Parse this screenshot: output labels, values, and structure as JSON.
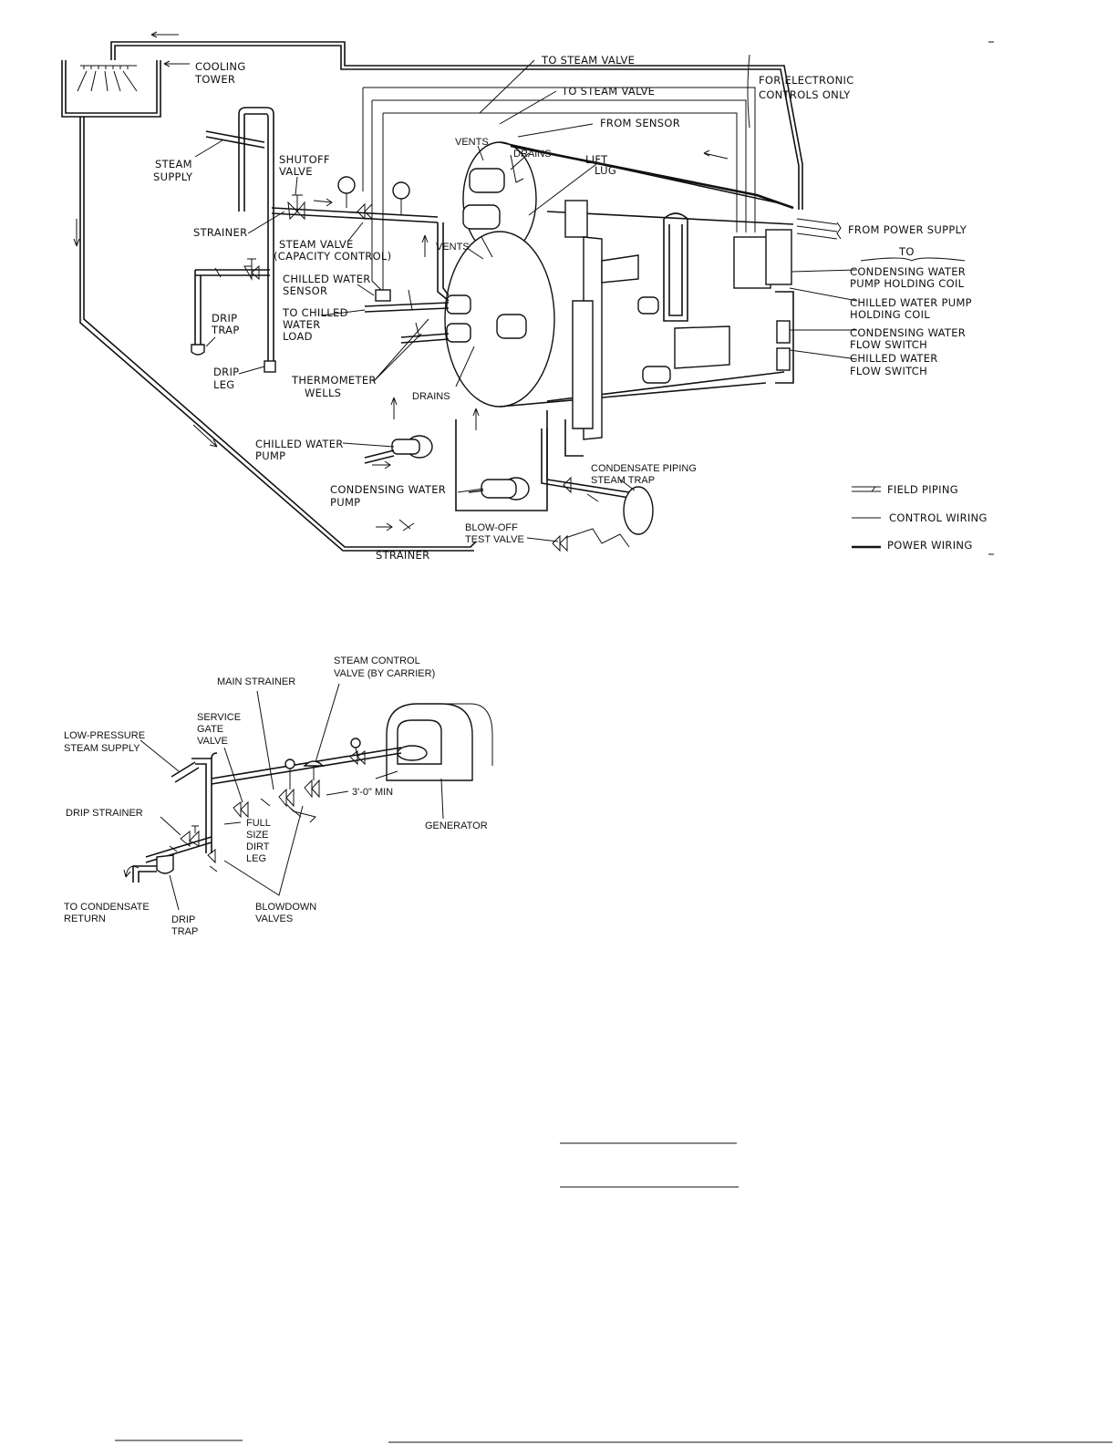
{
  "figure_top": {
    "labels": {
      "cooling_tower": [
        "COOLING",
        "TOWER"
      ],
      "to_steam_valve_1": "TO STEAM VALVE",
      "to_steam_valve_2": "TO STEAM VALVE",
      "from_sensor": "FROM SENSOR",
      "electronic_controls": [
        "FOR ELECTRONIC",
        "CONTROLS ONLY"
      ],
      "vents_top": "VENTS",
      "drains_top": "DRAINS",
      "lift_lug": [
        "LIFT",
        "LUG"
      ],
      "steam_supply": [
        "STEAM",
        "SUPPLY"
      ],
      "shutoff_valve": [
        "SHUTOFF",
        "VALVE"
      ],
      "strainer_left": "STRAINER",
      "steam_valve": [
        "STEAM VALVE",
        "(CAPACITY CONTROL)"
      ],
      "vents_mid": "VENTS",
      "chilled_water_sensor": [
        "CHILLED WATER",
        "SENSOR"
      ],
      "drip_trap": [
        "DRIP",
        "TRAP"
      ],
      "to_chilled_water_load": [
        "TO CHILLED",
        "WATER",
        "LOAD"
      ],
      "drip_leg": [
        "DRIP",
        "LEG"
      ],
      "thermometer_wells": [
        "THERMOMETER",
        "WELLS"
      ],
      "drains_mid": "DRAINS",
      "chilled_water_pump_left": [
        "CHILLED WATER",
        "PUMP"
      ],
      "condensing_water_pump": [
        "CONDENSING  WATER",
        "PUMP"
      ],
      "strainer_bottom": "STRAINER",
      "condensate_piping": [
        "CONDENSATE PIPING",
        "STEAM TRAP"
      ],
      "blow_off": [
        "BLOW-OFF",
        "TEST VALVE"
      ],
      "from_power_supply": "FROM POWER SUPPLY",
      "to": "TO",
      "condensing_water_pump_holding": [
        "CONDENSING  WATER",
        "PUMP HOLDING COIL"
      ],
      "chilled_water_pump_holding": [
        "CHILLED  WATER  PUMP",
        "HOLDING  COIL"
      ],
      "condensing_water_flow_switch": [
        "CONDENSING  WATER",
        "FLOW SWITCH"
      ],
      "chilled_water_flow_switch": [
        "CHILLED WATER",
        "FLOW SWITCH"
      ]
    },
    "legend": [
      {
        "label": "FIELD PIPING",
        "style": "double"
      },
      {
        "label": "CONTROL  WIRING",
        "style": "thin"
      },
      {
        "label": "POWER  WIRING",
        "style": "thick"
      }
    ]
  },
  "figure_bottom": {
    "labels": {
      "steam_control_valve": [
        "STEAM CONTROL",
        "VALVE (BY CARRIER)"
      ],
      "main_strainer": "MAIN STRAINER",
      "service_gate_valve": [
        "SERVICE",
        "GATE",
        "VALVE"
      ],
      "low_pressure_steam": [
        "LOW-PRESSURE",
        "STEAM SUPPLY"
      ],
      "three_ft_min": "3'-0\" MIN",
      "drip_strainer": "DRIP STRAINER",
      "full_size_dirt_leg": [
        "FULL",
        "SIZE",
        "DIRT",
        "LEG"
      ],
      "generator": "GENERATOR",
      "to_condensate_return": [
        "TO CONDENSATE",
        "RETURN"
      ],
      "drip_trap": [
        "DRIP",
        "TRAP"
      ],
      "blowdown_valves": [
        "BLOWDOWN",
        "VALVES"
      ]
    }
  },
  "colors": {
    "ink": "#111111",
    "paper": "#ffffff"
  }
}
